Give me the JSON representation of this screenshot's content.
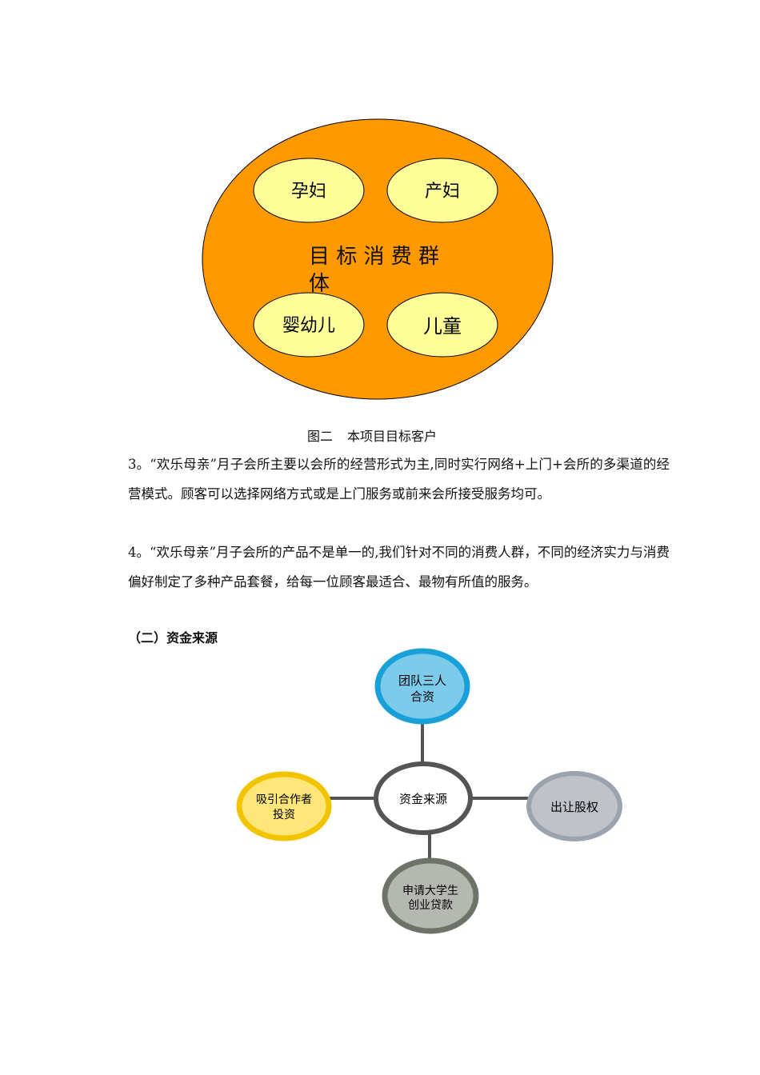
{
  "figure1": {
    "center_label_line1": "目 标 消 费 群",
    "center_label_line2": "体",
    "items": [
      "孕妇",
      "产妇",
      "婴幼儿",
      "儿童"
    ],
    "colors": {
      "outer": "#FF9900",
      "inner": "#FFFF99"
    }
  },
  "caption": {
    "figure": "图二",
    "title": "本项目目标客户"
  },
  "paragraphs": [
    "3。“欢乐母亲”月子会所主要以会所的经营形式为主,同时实行网络+上门+会所的多渠道的经营模式。顾客可以选择网络方式或是上门服务或前来会所接受服务均可。",
    "4。“欢乐母亲”月子会所的产品不是单一的,我们针对不同的消费人群，不同的经济实力与消费偏好制定了多种产品套餐，给每一位顾客最适合、最物有所值的服务。"
  ],
  "section_heading": "（二）资金来源",
  "figure2": {
    "center": "资金来源",
    "top_line1": "团队三人",
    "top_line2": "合资",
    "right": "出让股权",
    "bottom_line1": "申请大学生",
    "bottom_line2": "创业贷款",
    "left_line1": "吸引合作者",
    "left_line2": "投资",
    "colors": {
      "center_stroke": "#555555",
      "top_fill": "#7DCBEA",
      "top_stroke": "#1AA0D8",
      "right_fill": "#BFC3C9",
      "right_stroke": "#9AA3AE",
      "bottom_fill": "#B5B8B0",
      "bottom_stroke": "#6B7466",
      "left_fill": "#FFE67A",
      "left_stroke": "#F2C400"
    }
  }
}
